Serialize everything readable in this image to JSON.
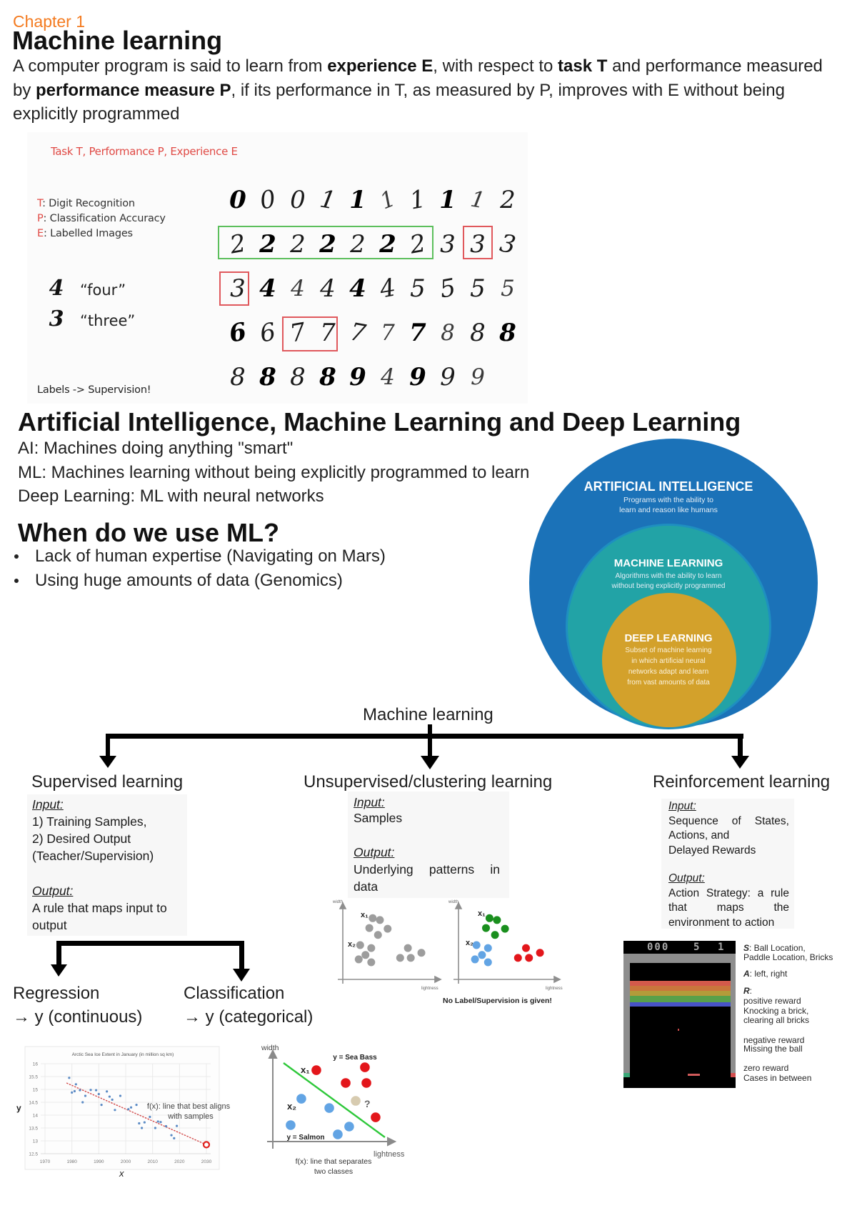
{
  "page": {
    "chapter_label": "Chapter 1",
    "title": "Machine learning"
  },
  "intro": {
    "line1": [
      "A computer program is said to learn from ",
      "experience E",
      ", with respect to ",
      "task T",
      " and performance measured"
    ],
    "line2": [
      "by ",
      "performance measure P",
      ", if its performance in T, as measured by P, improves with E without being"
    ],
    "line3": "explicitly programmed"
  },
  "digit_figure": {
    "title": "Task T, Performance P, Experience E",
    "definitions": [
      {
        "key": "T",
        "text": ": Digit Recognition"
      },
      {
        "key": "P",
        "text": ": Classification Accuracy"
      },
      {
        "key": "E",
        "text": ": Labelled Images"
      }
    ],
    "examples": [
      {
        "digit": "4",
        "label": "“four”"
      },
      {
        "digit": "3",
        "label": "“three”"
      }
    ],
    "footer": "Labels -> Supervision!",
    "rows": [
      [
        "0",
        "0",
        "0",
        "1",
        "1",
        "1",
        "1",
        "1",
        "1",
        "2"
      ],
      [
        "2",
        "2",
        "2",
        "2",
        "2",
        "2",
        "2",
        "3",
        "3",
        "3"
      ],
      [
        "3",
        "4",
        "4",
        "4",
        "4",
        "4",
        "5",
        "5",
        "5",
        "5"
      ],
      [
        "6",
        "6",
        "7",
        "7",
        "7",
        "7",
        "7",
        "8",
        "8",
        "8"
      ],
      [
        "8",
        "8",
        "8",
        "8",
        "9",
        "4",
        "9",
        "9",
        "9"
      ]
    ],
    "box_colors": {
      "group": "#5cbf5c",
      "error": "#e0585c"
    }
  },
  "ai_section": {
    "heading": "Artificial Intelligence, Machine Learning and Deep Learning",
    "lines": [
      "AI: Machines doing anything \"smart\"",
      "ML: Machines learning without being explicitly programmed to learn",
      "Deep Learning: ML with neural networks"
    ]
  },
  "when_section": {
    "heading": "When do we use ML?",
    "bullets": [
      "Lack of human expertise (Navigating on Mars)",
      "Using huge amounts of data (Genomics)"
    ]
  },
  "venn": {
    "ai": {
      "title": "ARTIFICIAL INTELLIGENCE",
      "lines": [
        "Programs with the ability to",
        "learn and reason like humans"
      ],
      "color": "#1b72b8"
    },
    "ml": {
      "title": "MACHINE LEARNING",
      "lines": [
        "Algorithms with the ability to learn",
        "without being explicitly programmed"
      ],
      "color": "#22a3a6"
    },
    "dl": {
      "title": "DEEP LEARNING",
      "lines": [
        "Subset of machine learning",
        "in which artificial neural",
        "networks adapt and learn",
        "from vast amounts of data"
      ],
      "color": "#d3a12b"
    }
  },
  "tree": {
    "root": "Machine learning",
    "branches": [
      {
        "title": "Supervised learning",
        "input_label": "Input:",
        "input_lines": [
          "1) Training Samples,",
          "2) Desired Output",
          "(Teacher/Supervision)"
        ],
        "output_label": "Output:",
        "output_lines": [
          "A rule that maps input to",
          "output"
        ]
      },
      {
        "title": "Unsupervised/clustering learning",
        "input_label": "Input:",
        "input_lines": [
          "Samples"
        ],
        "output_label": "Output:",
        "output_lines": [
          "Underlying patterns in",
          "data"
        ]
      },
      {
        "title": "Reinforcement learning",
        "input_label": "Input:",
        "input_lines": [
          "Sequence of States,",
          "Actions, and",
          "Delayed Rewards"
        ],
        "output_label": "Output:",
        "output_lines": [
          "Action Strategy: a rule",
          "that maps the",
          "environment to action"
        ]
      }
    ],
    "supervised_types": [
      {
        "title": "Regression",
        "subtitle": "→ y (continuous)"
      },
      {
        "title": "Classification",
        "subtitle": "→ y (categorical)"
      }
    ]
  },
  "colors": {
    "gray": "#9d9d9d",
    "green": "#1a8f1e",
    "blue": "#62a4e4",
    "red": "#e3161b",
    "beige": "#d7cbb0",
    "sample": "#5b8bc5",
    "trend": "#d24a4a",
    "boundary": "#2ec83a"
  },
  "figures": {
    "clustering": {
      "axis_x": "lightness",
      "axis_y": "width",
      "x1": "x₁",
      "x2": "x₂",
      "caption": "No Label/Supervision is given!",
      "points": [
        {
          "x": 31,
          "y": 85,
          "c": "green"
        },
        {
          "x": 38.5,
          "y": 82.5,
          "c": "green"
        },
        {
          "x": 27.5,
          "y": 71.5,
          "c": "green"
        },
        {
          "x": 46.5,
          "y": 70.5,
          "c": "green"
        },
        {
          "x": 36.5,
          "y": 62,
          "c": "green"
        },
        {
          "x": 18,
          "y": 48,
          "c": "blue"
        },
        {
          "x": 29.5,
          "y": 44,
          "c": "blue"
        },
        {
          "x": 23.5,
          "y": 34.5,
          "c": "blue"
        },
        {
          "x": 16.5,
          "y": 28.5,
          "c": "blue"
        },
        {
          "x": 29.5,
          "y": 24.5,
          "c": "blue"
        },
        {
          "x": 67.5,
          "y": 44,
          "c": "red"
        },
        {
          "x": 59.5,
          "y": 30.5,
          "c": "red"
        },
        {
          "x": 70.5,
          "y": 30.5,
          "c": "red"
        },
        {
          "x": 81.5,
          "y": 37.5,
          "c": "red"
        }
      ]
    },
    "regression": {
      "title": "Arctic Sea Ice Extent in January (in million sq km)",
      "xlabel": "x",
      "ylabel": "y",
      "xticks": [
        "1970",
        "1980",
        "1990",
        "2000",
        "2010",
        "2020",
        "2030"
      ],
      "yticks": [
        "16",
        "15.5",
        "15",
        "14.5",
        "14",
        "13.5",
        "13",
        "12.5"
      ],
      "annotation": [
        "f(x): line that best aligns",
        "with samples"
      ],
      "samples": [
        {
          "x": 1979,
          "y": 15.45
        },
        {
          "x": 1980,
          "y": 14.88
        },
        {
          "x": 1981,
          "y": 14.93
        },
        {
          "x": 1981.5,
          "y": 15.2
        },
        {
          "x": 1983,
          "y": 14.97
        },
        {
          "x": 1984,
          "y": 14.5
        },
        {
          "x": 1985,
          "y": 14.75
        },
        {
          "x": 1987,
          "y": 14.98
        },
        {
          "x": 1989,
          "y": 14.97
        },
        {
          "x": 1990,
          "y": 14.82
        },
        {
          "x": 1991,
          "y": 14.4
        },
        {
          "x": 1993,
          "y": 14.92
        },
        {
          "x": 1994,
          "y": 14.72
        },
        {
          "x": 1995,
          "y": 14.6
        },
        {
          "x": 1996,
          "y": 14.2
        },
        {
          "x": 1998,
          "y": 14.75
        },
        {
          "x": 2001,
          "y": 14.23
        },
        {
          "x": 2002,
          "y": 14.3
        },
        {
          "x": 2004,
          "y": 14.4
        },
        {
          "x": 2005,
          "y": 13.68
        },
        {
          "x": 2006,
          "y": 13.5
        },
        {
          "x": 2007,
          "y": 13.72
        },
        {
          "x": 2009,
          "y": 13.93
        },
        {
          "x": 2011,
          "y": 13.5
        },
        {
          "x": 2012,
          "y": 13.75
        },
        {
          "x": 2013,
          "y": 13.73
        },
        {
          "x": 2015,
          "y": 13.57
        },
        {
          "x": 2017,
          "y": 13.22
        },
        {
          "x": 2018,
          "y": 13.1
        },
        {
          "x": 2019,
          "y": 13.58
        }
      ],
      "trend": [
        [
          1978,
          15.25
        ],
        [
          2030,
          12.85
        ]
      ],
      "prediction": [
        2030,
        12.85
      ]
    },
    "classification": {
      "axis_x": "lightness",
      "axis_y": "width",
      "class_a": "y = Sea Bass",
      "class_b": "y = Salmon",
      "x1": "x₁",
      "x2": "x₂",
      "unknown": "?",
      "caption": [
        "f(x): line that separates",
        "two classes"
      ],
      "points": [
        {
          "x": 37.4,
          "y": 84.7,
          "c": "red"
        },
        {
          "x": 79.1,
          "y": 88.1,
          "c": "red"
        },
        {
          "x": 62.6,
          "y": 69.5,
          "c": "red"
        },
        {
          "x": 80.4,
          "y": 69.5,
          "c": "red"
        },
        {
          "x": 88.3,
          "y": 28.8,
          "c": "red"
        },
        {
          "x": 71.2,
          "y": 48.3,
          "c": "beige"
        },
        {
          "x": 24.5,
          "y": 50.8,
          "c": "blue"
        },
        {
          "x": 48.5,
          "y": 39.8,
          "c": "blue"
        },
        {
          "x": 15.3,
          "y": 19.5,
          "c": "blue"
        },
        {
          "x": 65.6,
          "y": 17.8,
          "c": "blue"
        },
        {
          "x": 55.8,
          "y": 8.5,
          "c": "blue"
        }
      ],
      "boundary": [
        [
          9.2,
          93.2
        ],
        [
          96.3,
          5.1
        ]
      ]
    },
    "breakout": {
      "score": "000",
      "lives": "5",
      "level": "1",
      "brick_colors": [
        "#d35a4b",
        "#c9763c",
        "#b39b3a",
        "#58a04a",
        "#4853c6"
      ],
      "legend": {
        "state": {
          "key": "S",
          "lines": [
            ": Ball Location,",
            "Paddle Location, Bricks"
          ]
        },
        "action": {
          "key": "A",
          "text": ": left, right"
        },
        "reward": {
          "key": "R",
          "text": ":"
        },
        "positive": {
          "label": "positive reward",
          "lines": [
            "Knocking a brick,",
            "clearing all bricks"
          ]
        },
        "negative": {
          "label": "negative reward",
          "lines": [
            "Missing the ball"
          ]
        },
        "zero": {
          "label": "zero reward",
          "lines": [
            "Cases in between"
          ]
        }
      }
    }
  }
}
